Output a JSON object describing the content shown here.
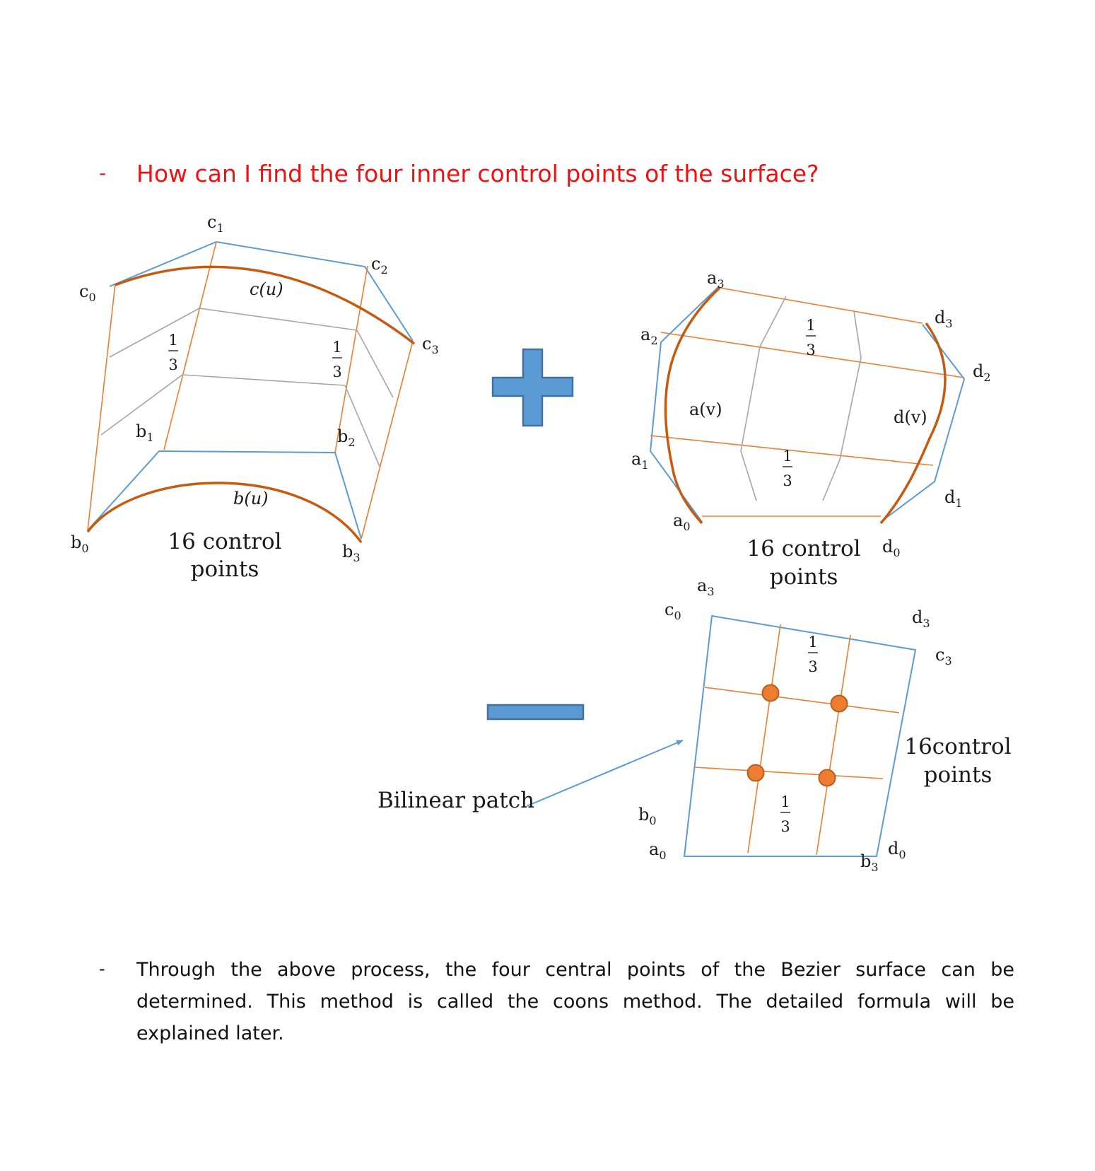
{
  "heading": {
    "bullet": "-",
    "text": "How can I find the four inner control points of the surface?"
  },
  "paragraph": {
    "bullet": "-",
    "text": "Through the above process, the four central points of the Bezier surface can be determined. This method is called the coons method. The detailed formula will be explained later."
  },
  "fraction": {
    "numerator": "1",
    "denominator": "3"
  },
  "diagram1": {
    "labels": {
      "c0": "c",
      "c1": "c",
      "c2": "c",
      "c3": "c",
      "b0": "b",
      "b1": "b",
      "b2": "b",
      "b3": "b",
      "cu": "c(u)",
      "bu": "b(u)"
    },
    "caption_line1": "16 control",
    "caption_line2": "points"
  },
  "diagram2": {
    "labels": {
      "a0": "a",
      "a1": "a",
      "a2": "a",
      "a3": "a",
      "d0": "d",
      "d1": "d",
      "d2": "d",
      "d3": "d",
      "av": "a(v)",
      "dv": "d(v)"
    },
    "caption_line1": "16 control",
    "caption_line2": "points"
  },
  "diagram3": {
    "labels": {
      "a3": "a",
      "c0": "c",
      "d3": "d",
      "c3": "c",
      "b0": "b",
      "a0": "a",
      "b3": "b",
      "d0": "d"
    },
    "caption_line1": "16control",
    "caption_line2": "points",
    "bilinear_label": "Bilinear patch"
  },
  "subscripts": {
    "s0": "0",
    "s1": "1",
    "s2": "2",
    "s3": "3"
  },
  "colors": {
    "heading": "#ee1111",
    "edge_blue": "#5b9bd5",
    "grid_orange": "#ed7d31",
    "curve_brown": "#c55a11",
    "grid_gray": "#a5a5a5",
    "operator_fill": "#5b9bd5",
    "operator_stroke": "#41719c",
    "control_point": "#ed7d31"
  },
  "operators": {
    "plus": "plus-sign",
    "minus": "minus-sign"
  }
}
